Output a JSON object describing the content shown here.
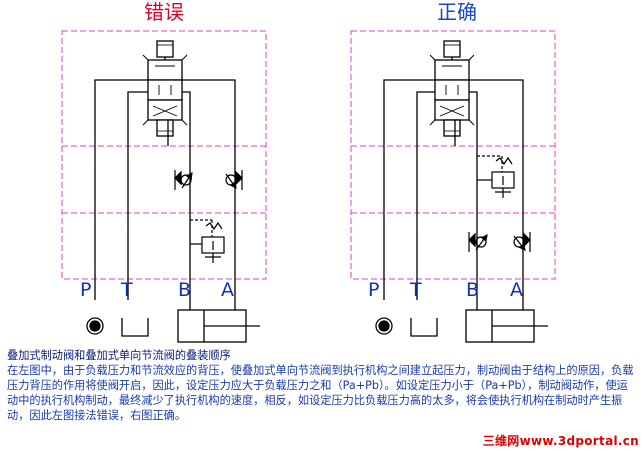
{
  "titles": {
    "left": "错误",
    "right": "正确"
  },
  "ports": [
    "P",
    "T",
    "B",
    "A"
  ],
  "caption": {
    "title": "叠加式制动阀和叠加式单向节流阀的叠装顺序",
    "body": "在左图中，由于负载压力和节流效应的背压，使叠加式单向节流阀到执行机构之间建立起压力，制动阀由于结构上的原因，负载压力背压的作用将使阀开启，因此，设定压力应大于负载压力之和（Pa+Pb）。如设定压力小于（Pa+Pb），制动阀动作，使运动中的执行机构制动，最终减少了执行机构的速度，相反，如设定压力比负载压力高的太多，将会使执行机构在制动时产生振动，因此左图接法错误，右图正确。"
  },
  "watermark": "三维网www.3dportal.cn",
  "colors": {
    "wrong": "#e4002b",
    "right": "#1a45c8",
    "dash": "#e040c8",
    "port_label": "#1030c0",
    "caption": "#1a3aa8"
  }
}
